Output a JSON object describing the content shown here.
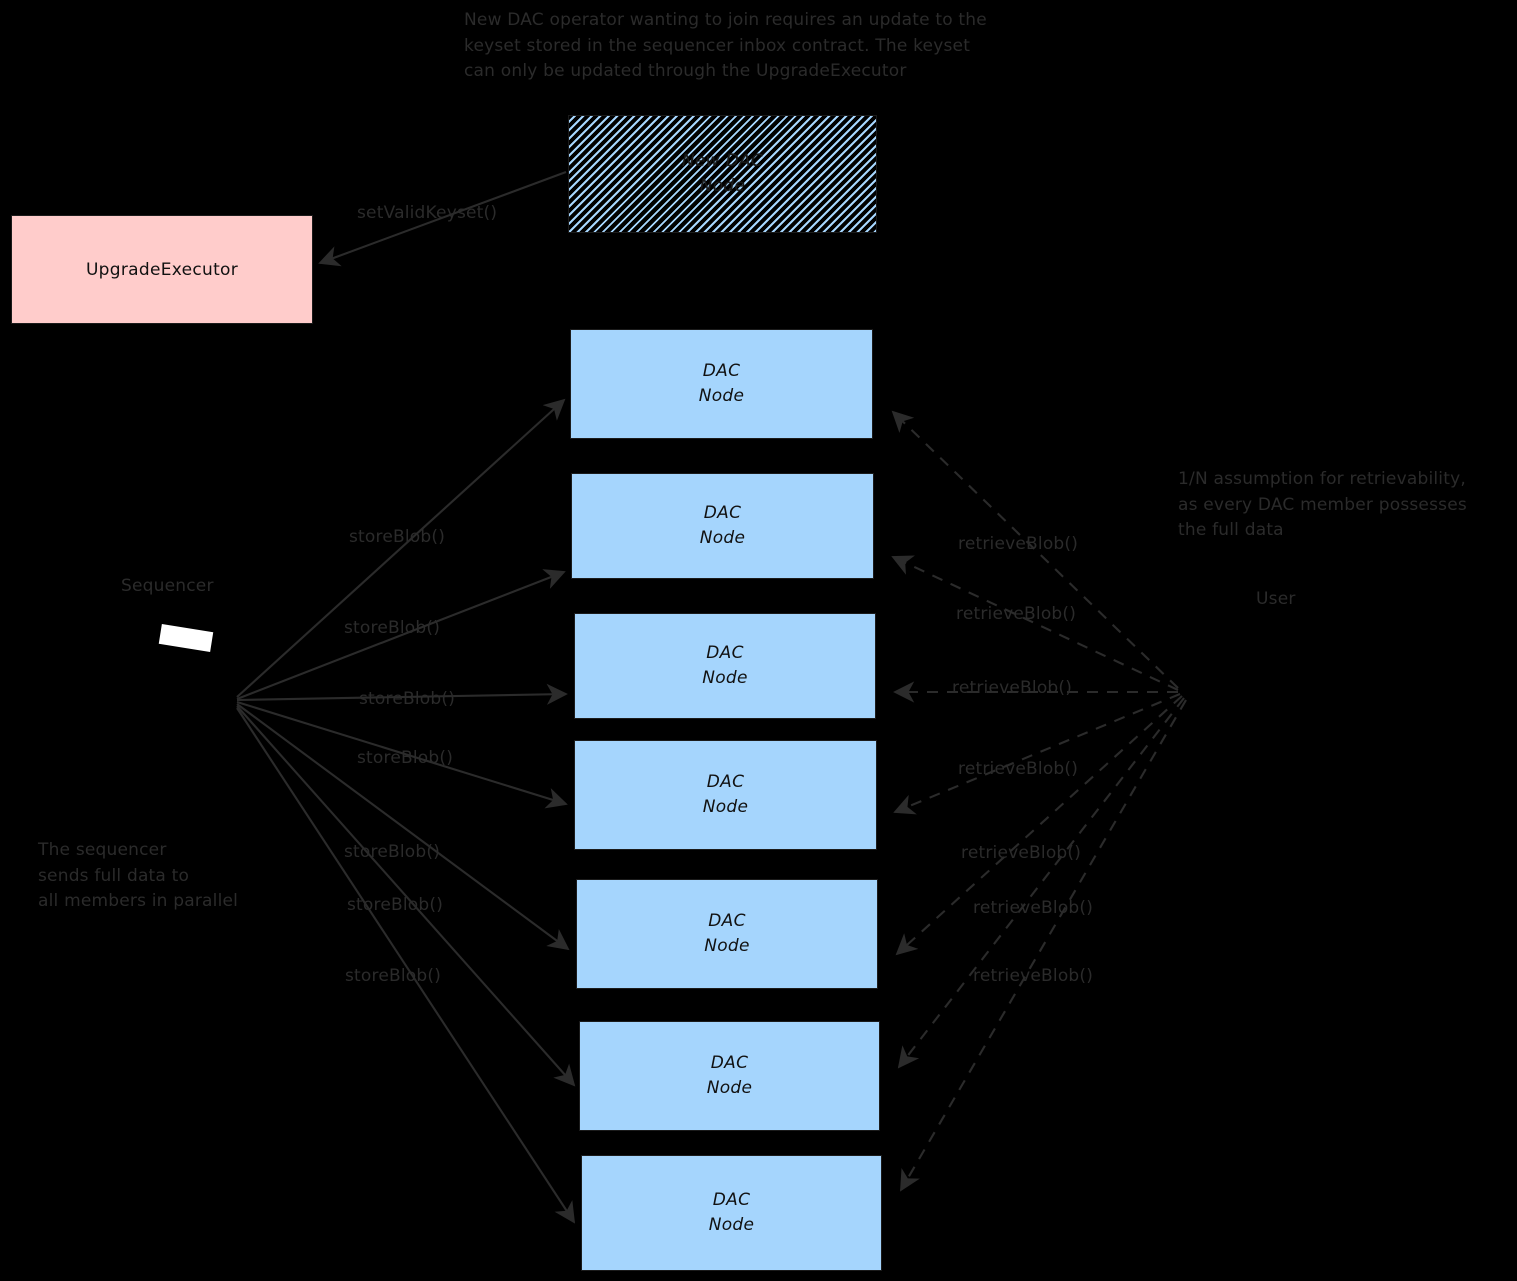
{
  "diagram": {
    "title_note": "New DAC operator wanting to join requires an update to the\nkeyset stored in the sequencer inbox contract. The keyset\ncan only be updated through the UpgradeExecutor",
    "right_note": "1/N assumption for retrievability,\nas every DAC member possesses\nthe full data",
    "left_note": "The sequencer\nsends full data to\nall members in parallel",
    "colors": {
      "background": "#000000",
      "node_fill": "#a5d5fd",
      "upgrade_fill": "#ffcccb",
      "stroke": "#1b1b1b",
      "text": "#2b2b2b",
      "hatch_stripe": "#a5d5fd"
    },
    "actors": [
      {
        "name": "Sequencer",
        "label": "Sequencer"
      },
      {
        "name": "User",
        "label": "User"
      }
    ],
    "boxes": {
      "new_dac_node": {
        "line1": "New DAC",
        "line2": "Node"
      },
      "upgrade_executor": {
        "label": "UpgradeExecutor"
      }
    },
    "nodes": [
      {
        "line1": "DAC",
        "line2": "Node"
      },
      {
        "line1": "DAC",
        "line2": "Node"
      },
      {
        "line1": "DAC",
        "line2": "Node"
      },
      {
        "line1": "DAC",
        "line2": "Node"
      },
      {
        "line1": "DAC",
        "line2": "Node"
      },
      {
        "line1": "DAC",
        "line2": "Node"
      },
      {
        "line1": "DAC",
        "line2": "Node"
      }
    ],
    "keyset_edge": {
      "label": "setValidKeyset()"
    },
    "store_edges": [
      {
        "label": "storeBlob()"
      },
      {
        "label": "storeBlob()"
      },
      {
        "label": "storeBlob()"
      },
      {
        "label": "storeBlob()"
      },
      {
        "label": "storeBlob()"
      },
      {
        "label": "storeBlob()"
      },
      {
        "label": "storeBlob()"
      }
    ],
    "retrieve_edges": [
      {
        "label": "retrieveBlob()"
      },
      {
        "label": "retrieveBlob()"
      },
      {
        "label": "retrieveBlob()"
      },
      {
        "label": "retrieveBlob()"
      },
      {
        "label": "retrieveBlob()"
      },
      {
        "label": "retrieveBlob()"
      },
      {
        "label": "retrieveBlob()"
      }
    ]
  }
}
